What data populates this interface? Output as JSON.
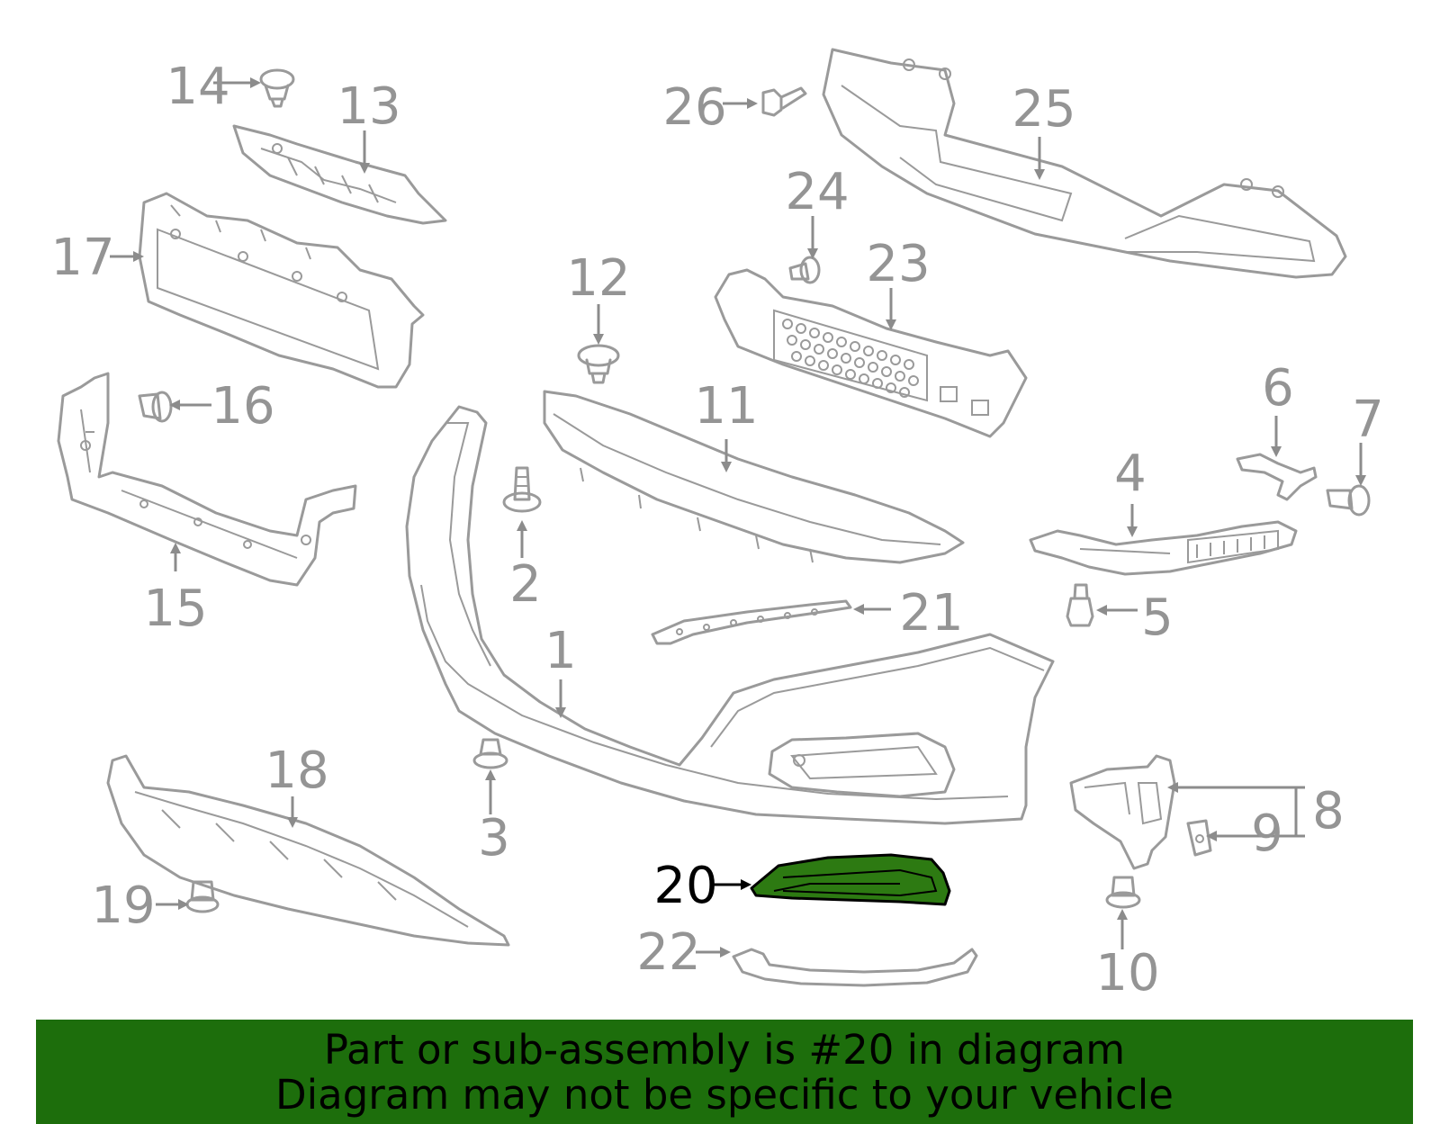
{
  "callouts": [
    {
      "id": "1",
      "label": "1"
    },
    {
      "id": "2",
      "label": "2"
    },
    {
      "id": "3",
      "label": "3"
    },
    {
      "id": "4",
      "label": "4"
    },
    {
      "id": "5",
      "label": "5"
    },
    {
      "id": "6",
      "label": "6"
    },
    {
      "id": "7",
      "label": "7"
    },
    {
      "id": "8",
      "label": "8"
    },
    {
      "id": "9",
      "label": "9"
    },
    {
      "id": "10",
      "label": "10"
    },
    {
      "id": "11",
      "label": "11"
    },
    {
      "id": "12",
      "label": "12"
    },
    {
      "id": "13",
      "label": "13"
    },
    {
      "id": "14",
      "label": "14"
    },
    {
      "id": "15",
      "label": "15"
    },
    {
      "id": "16",
      "label": "16"
    },
    {
      "id": "17",
      "label": "17"
    },
    {
      "id": "18",
      "label": "18"
    },
    {
      "id": "19",
      "label": "19"
    },
    {
      "id": "20",
      "label": "20"
    },
    {
      "id": "21",
      "label": "21"
    },
    {
      "id": "22",
      "label": "22"
    },
    {
      "id": "23",
      "label": "23"
    },
    {
      "id": "24",
      "label": "24"
    },
    {
      "id": "25",
      "label": "25"
    },
    {
      "id": "26",
      "label": "26"
    }
  ],
  "highlighted_part": "20",
  "colors": {
    "line_art": "#9a9a9a",
    "highlight_fill": "#2d7a12",
    "banner_background": "#1d6e0c",
    "banner_text": "#000000"
  },
  "banner": {
    "line1": "Part or sub-assembly is #20 in diagram",
    "line2": "Diagram may not be specific to your vehicle"
  }
}
